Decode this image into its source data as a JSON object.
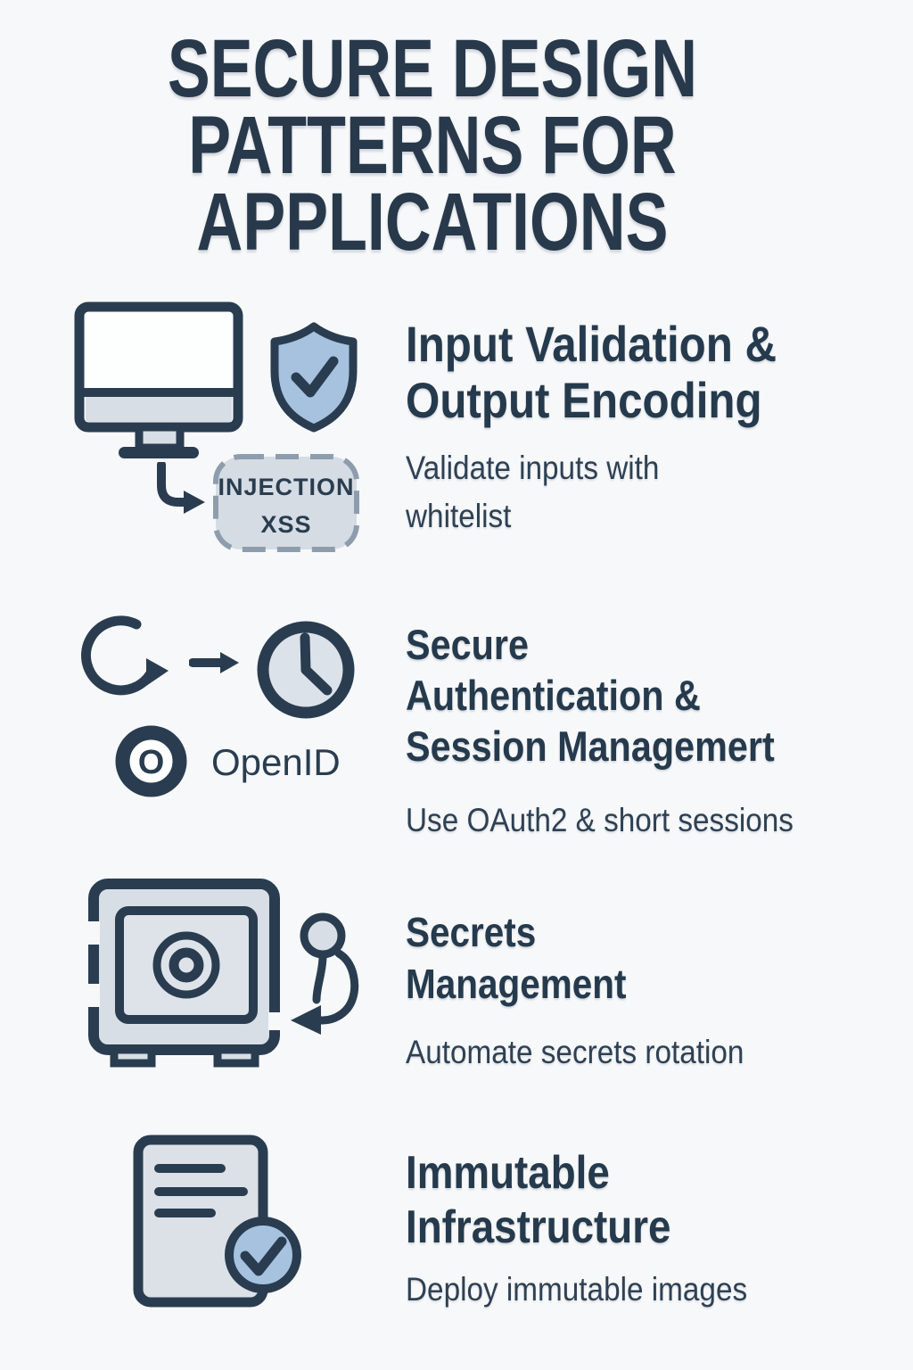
{
  "title": {
    "lines": [
      "SECURE DESIGN",
      "PATTERNS FOR",
      "APPLICATIONS"
    ]
  },
  "colors": {
    "background": "#f7f8fa",
    "ink": "#2a3d50",
    "accent_blue": "#a6c2df",
    "panel_gray": "#d8dee5",
    "badge_background": "#d5dce3",
    "badge_border": "#8e9dae"
  },
  "sections": [
    {
      "id": "input-validation-output-encoding",
      "heading_lines": [
        "Input Validation &",
        "Output Encoding"
      ],
      "description_lines": [
        "Validate inputs with",
        "whitelist"
      ],
      "badge_lines": [
        "INJECTION",
        "XSS"
      ],
      "icon_names": [
        "monitor-icon",
        "shield-check-icon",
        "curved-arrow-icon",
        "injection-xss-badge"
      ]
    },
    {
      "id": "secure-authentication-session-management",
      "heading_lines": [
        "Secure",
        "Authentication &",
        "Session Managemert"
      ],
      "description_lines": [
        "Use OAuth2 & short sessions"
      ],
      "openid": {
        "letter": "O",
        "label": "OpenID"
      },
      "icon_names": [
        "refresh-icon",
        "right-arrow-icon",
        "clock-icon",
        "openid-icon"
      ]
    },
    {
      "id": "secrets-management",
      "heading_lines": [
        "Secrets",
        "Management"
      ],
      "description_lines": [
        "Automate secrets rotation"
      ],
      "icon_names": [
        "safe-icon",
        "rotation-arrow-icon"
      ]
    },
    {
      "id": "immutable-infrastructure",
      "heading_lines": [
        "Immutable",
        "Infrastructure"
      ],
      "description_lines": [
        "Deploy immutable images"
      ],
      "icon_names": [
        "document-check-icon"
      ]
    }
  ]
}
